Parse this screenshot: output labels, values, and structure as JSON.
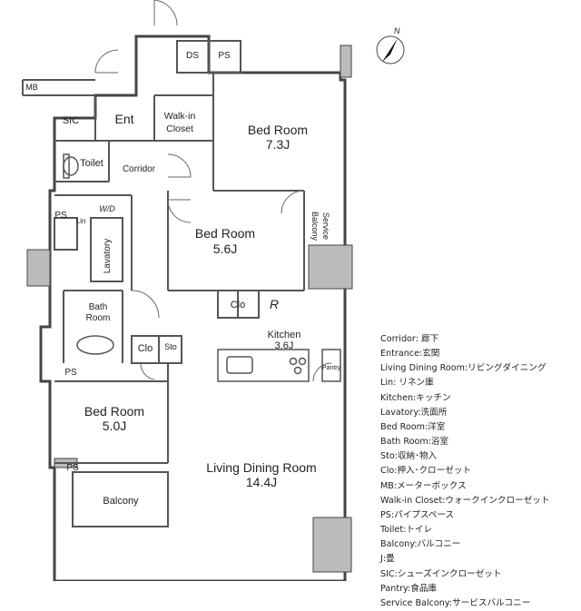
{
  "rooms": {
    "ds": "DS",
    "ps_top": "PS",
    "mb": "MB",
    "sic": "SIC",
    "ent": "Ent",
    "walkin_line1": "Walk-in",
    "walkin_line2": "Closet",
    "bed1_name": "Bed Room",
    "bed1_size": "7.3J",
    "toilet": "Toilet",
    "corridor": "Corridor",
    "ps_mid": "PS",
    "wd": "W/D",
    "lin": "Lin",
    "lavatory": "Lavatory",
    "bed2_name": "Bed Room",
    "bed2_size": "5.6J",
    "service_balcony_line1": "Service",
    "service_balcony_line2": "Balcony",
    "bath_line1": "Bath",
    "bath_line2": "Room",
    "clo_mid": "Clo",
    "fridge": "R",
    "kitchen_name": "Kitchen",
    "kitchen_size": "3.6J",
    "clo_low": "Clo",
    "sto": "Sto",
    "pantry": "Pantry",
    "ps_low": "PS",
    "bed3_name": "Bed Room",
    "bed3_size": "5.0J",
    "ldk_name": "Living Dining Room",
    "ldk_size": "14.4J",
    "ps_bottom": "PS",
    "balcony": "Balcony"
  },
  "compass": {
    "label": "N"
  },
  "legend": [
    "Corridor: 廊下",
    "Entrance:玄関",
    "Living Dining Room:リビングダイニング",
    "Lin: リネン庫",
    "Kitchen:キッチン",
    "Lavatory:洗面所",
    "Bed Room:洋室",
    "Bath Room:浴室",
    "Sto:収納･物入",
    "Clo:押入･クローゼット",
    "MB:メーターボックス",
    "Walk-in Closet:ウォークインクローゼット",
    "PS:パイプスペース",
    "Toilet:トイレ",
    "Balcony:バルコニー",
    "J:畳",
    "SIC:シューズインクローゼット",
    "Pantry:食品庫",
    "Service Balcony:サービスバルコニー"
  ]
}
